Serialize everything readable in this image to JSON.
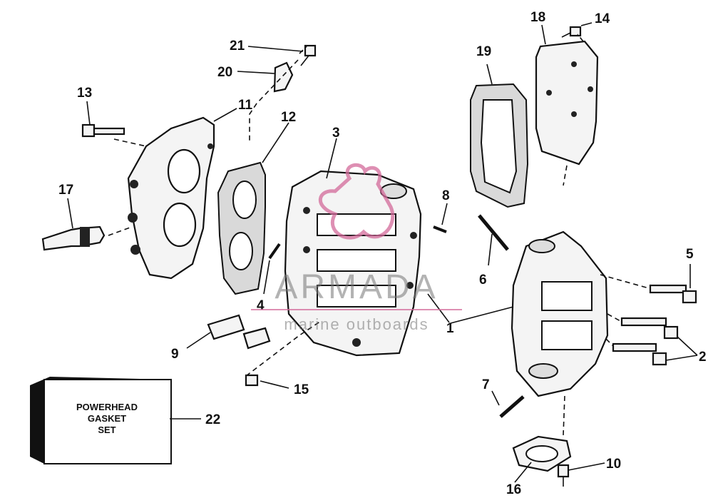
{
  "callouts": [
    {
      "id": "1",
      "label": "1"
    },
    {
      "id": "2",
      "label": "2"
    },
    {
      "id": "3",
      "label": "3"
    },
    {
      "id": "4",
      "label": "4"
    },
    {
      "id": "5",
      "label": "5"
    },
    {
      "id": "6",
      "label": "6"
    },
    {
      "id": "7",
      "label": "7"
    },
    {
      "id": "8",
      "label": "8"
    },
    {
      "id": "9",
      "label": "9"
    },
    {
      "id": "10",
      "label": "10"
    },
    {
      "id": "11",
      "label": "11"
    },
    {
      "id": "12",
      "label": "12"
    },
    {
      "id": "13",
      "label": "13"
    },
    {
      "id": "14",
      "label": "14"
    },
    {
      "id": "15",
      "label": "15"
    },
    {
      "id": "16",
      "label": "16"
    },
    {
      "id": "17",
      "label": "17"
    },
    {
      "id": "18",
      "label": "18"
    },
    {
      "id": "19",
      "label": "19"
    },
    {
      "id": "20",
      "label": "20"
    },
    {
      "id": "21",
      "label": "21"
    },
    {
      "id": "22",
      "label": "22"
    }
  ],
  "gasket_set_box": {
    "line1": "POWERHEAD",
    "line2": "GASKET",
    "line3": "SET"
  },
  "watermark": {
    "brand": "ARMADA",
    "tagline": "marine outboards",
    "color": "#d36a9a"
  }
}
